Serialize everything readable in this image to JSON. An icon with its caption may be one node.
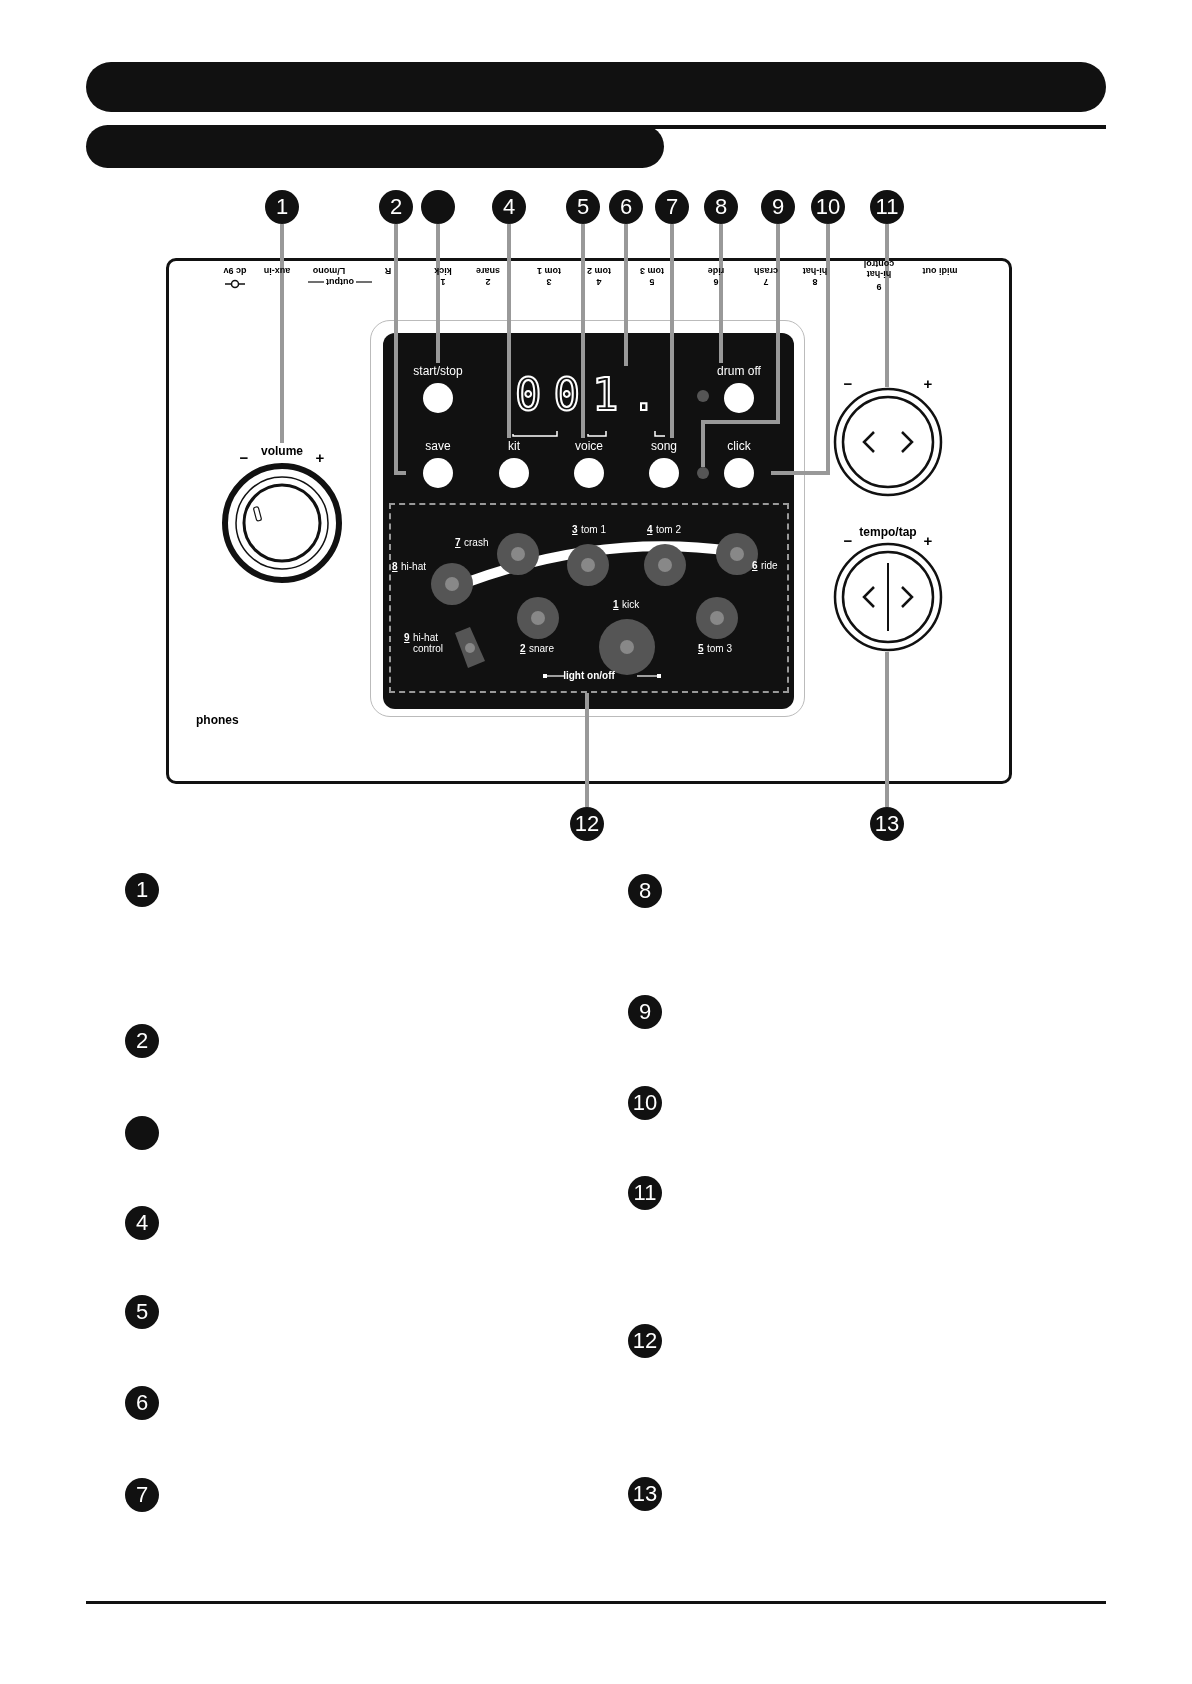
{
  "diagram": {
    "nodes": [
      {
        "text": [
          "1"
        ]
      },
      {
        "text": [
          "2"
        ]
      },
      {
        "text": [],
        "shape": "circle"
      },
      {
        "text": [
          "4"
        ]
      },
      {
        "text": [
          "5"
        ]
      },
      {
        "text": [
          "6"
        ]
      },
      {
        "text": [
          "7"
        ]
      },
      {
        "text": [
          "8"
        ]
      },
      {
        "text": [
          "9"
        ]
      },
      {
        "text": [
          "10"
        ]
      },
      {
        "text": [
          "11"
        ]
      },
      {
        "text": [
          "12"
        ]
      },
      {
        "text": [
          "13"
        ]
      },
      {
        "text": [
          "volume"
        ],
        "beside": [
          "−",
          "+"
        ]
      },
      {
        "text": [
          "save"
        ]
      },
      {
        "text": [
          "start/stop"
        ]
      },
      {
        "text": [
          "kit"
        ]
      },
      {
        "text": [
          "voice"
        ]
      },
      {
        "text": [
          "001."
        ]
      },
      {
        "text": [
          "song"
        ]
      },
      {
        "text": [
          "drum off"
        ]
      },
      {
        "text": [],
        "shape": "circle"
      },
      {
        "text": [
          "click"
        ]
      },
      {
        "text": [],
        "shape": "circle",
        "beside": [
          "−",
          "+"
        ]
      },
      {
        "text": [
          "light on/off"
        ]
      },
      {
        "text": [
          "tempo/tap"
        ],
        "beside": [
          "−",
          "+"
        ]
      },
      {
        "text": [
          "1"
        ]
      },
      {
        "text": [
          "2"
        ]
      },
      {
        "text": [],
        "shape": "circle"
      },
      {
        "text": [
          "4"
        ]
      },
      {
        "text": [
          "5"
        ]
      },
      {
        "text": [
          "6"
        ]
      },
      {
        "text": [
          "7"
        ]
      },
      {
        "text": [
          "8"
        ]
      },
      {
        "text": [
          "9"
        ]
      },
      {
        "text": [
          "10"
        ]
      },
      {
        "text": [
          "11"
        ]
      },
      {
        "text": [
          "12"
        ]
      },
      {
        "text": [
          "13"
        ]
      },
      {
        "text": [],
        "shape": "bar"
      },
      {
        "text": [],
        "shape": "bar"
      }
    ],
    "edges": [
      {
        "from": 0,
        "to": 13,
        "arrow": "none"
      },
      {
        "from": 1,
        "to": 14,
        "arrow": "none"
      },
      {
        "from": 2,
        "to": 15,
        "arrow": "none"
      },
      {
        "from": 3,
        "to": 16,
        "arrow": "none"
      },
      {
        "from": 4,
        "to": 17,
        "arrow": "none"
      },
      {
        "from": 5,
        "to": 18,
        "arrow": "none"
      },
      {
        "from": 6,
        "to": 19,
        "arrow": "none"
      },
      {
        "from": 7,
        "to": 20,
        "arrow": "none"
      },
      {
        "from": 8,
        "to": 21,
        "arrow": "none"
      },
      {
        "from": 9,
        "to": 22,
        "arrow": "none"
      },
      {
        "from": 10,
        "to": 23,
        "arrow": "none"
      },
      {
        "from": 11,
        "to": 24,
        "arrow": "none"
      },
      {
        "from": 12,
        "to": 25,
        "arrow": "none"
      }
    ],
    "labels": [
      "dc 9v",
      "aux-in",
      "L/mono",
      "output",
      "R",
      "kick",
      "1",
      "snare",
      "2",
      "tom 1",
      "3",
      "tom 2",
      "4",
      "tom 3",
      "5",
      "ride",
      "6",
      "crash",
      "7",
      "hi-hat",
      "8",
      "hi-hat control",
      "9",
      "midi out",
      "phones",
      "3",
      "tom 1",
      "4",
      "tom 2",
      "7",
      "crash",
      "8",
      "hi-hat",
      "6",
      "ride",
      "1",
      "kick",
      "9",
      "hi-hat control",
      "2",
      "snare",
      "5",
      "tom 3"
    ]
  }
}
